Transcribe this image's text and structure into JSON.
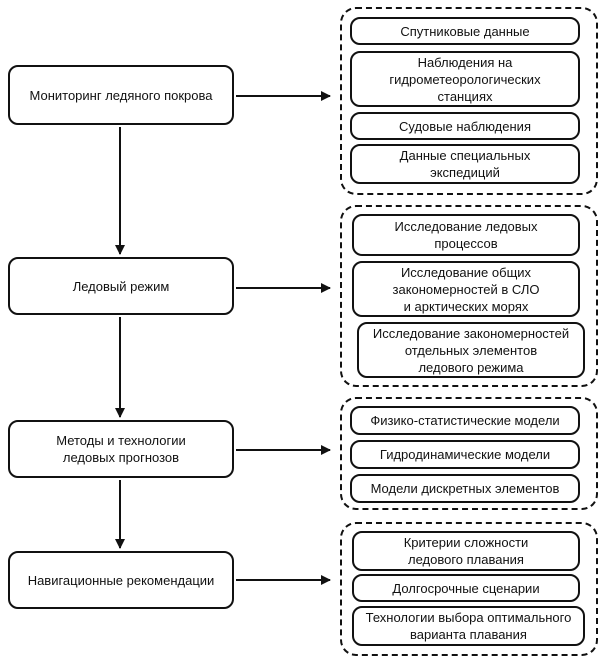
{
  "main": [
    {
      "label": "Мониторинг ледяного покрова"
    },
    {
      "label": "Ледовый режим"
    },
    {
      "label": "Методы и технологии\nледовых прогнозов"
    },
    {
      "label": "Навигационные рекомендации"
    }
  ],
  "groups": [
    {
      "items": [
        {
          "label": "Спутниковые данные"
        },
        {
          "label": "Наблюдения на\nгидрометеорологических\nстанциях"
        },
        {
          "label": "Судовые наблюдения"
        },
        {
          "label": "Данные специальных\nэкспедиций"
        }
      ]
    },
    {
      "items": [
        {
          "label": "Исследование ледовых\nпроцессов"
        },
        {
          "label": "Исследование общих\nзакономерностей в СЛО\nи арктических морях"
        },
        {
          "label": "Исследование закономерностей\nотдельных элементов\nледового режима"
        }
      ]
    },
    {
      "items": [
        {
          "label": "Физико-статистические модели"
        },
        {
          "label": "Гидродинамические модели"
        },
        {
          "label": "Модели дискретных элементов"
        }
      ]
    },
    {
      "items": [
        {
          "label": "Критерии сложности\nледового плавания"
        },
        {
          "label": "Долгосрочные сценарии"
        },
        {
          "label": "Технологии выбора оптимального\nварианта плавания"
        }
      ]
    }
  ]
}
